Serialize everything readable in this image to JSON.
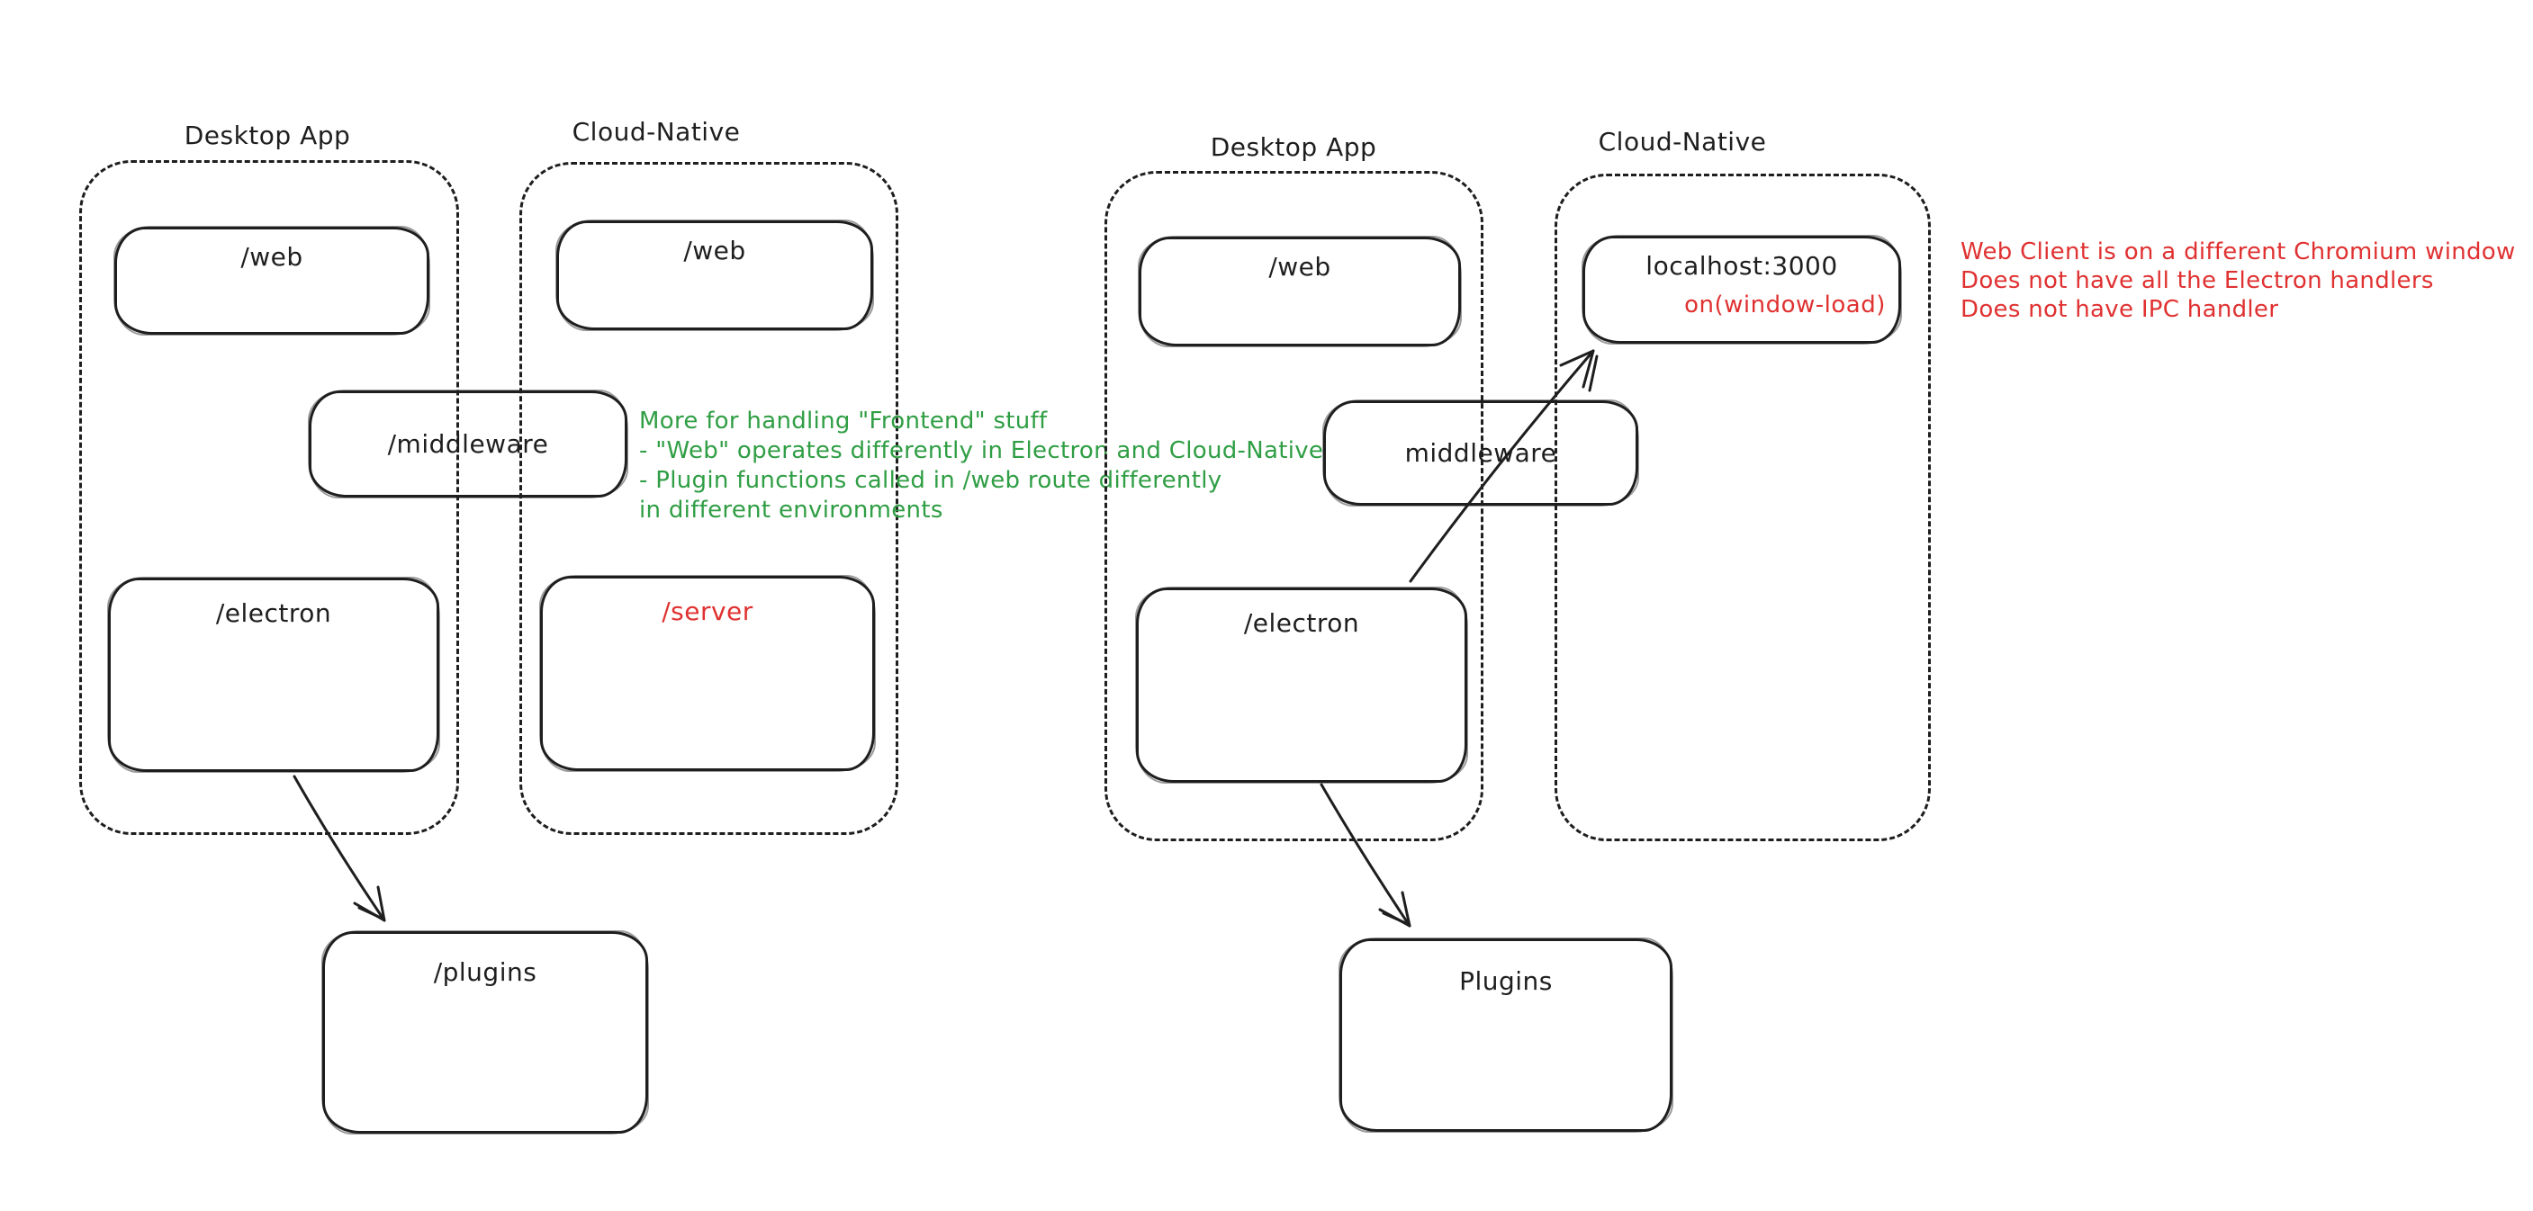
{
  "colors": {
    "ink": "#1e1e1e",
    "red": "#e03131",
    "green": "#2f9e44",
    "background": "#ffffff"
  },
  "left_diagram": {
    "desktop_title": "Desktop App",
    "cloud_title": "Cloud-Native",
    "web_desktop_label": "/web",
    "web_cloud_label": "/web",
    "middleware_label": "/middleware",
    "electron_label": "/electron",
    "server_label": "/server",
    "plugins_label": "/plugins",
    "green_note_lines": [
      "More for handling \"Frontend\" stuff",
      "- \"Web\" operates differently in Electron and Cloud-Native",
      "- Plugin functions called in /web route differently",
      "in different environments"
    ]
  },
  "right_diagram": {
    "desktop_title": "Desktop App",
    "cloud_title": "Cloud-Native",
    "web_label": "/web",
    "localhost_label": "localhost:3000",
    "localhost_event_label": "on(window-load)",
    "middleware_label": "middleware",
    "electron_label": "/electron",
    "plugins_label": "Plugins",
    "red_note_lines": [
      "Web Client is on a different Chromium window",
      "Does not have all the Electron handlers",
      "Does not have IPC handler"
    ]
  }
}
